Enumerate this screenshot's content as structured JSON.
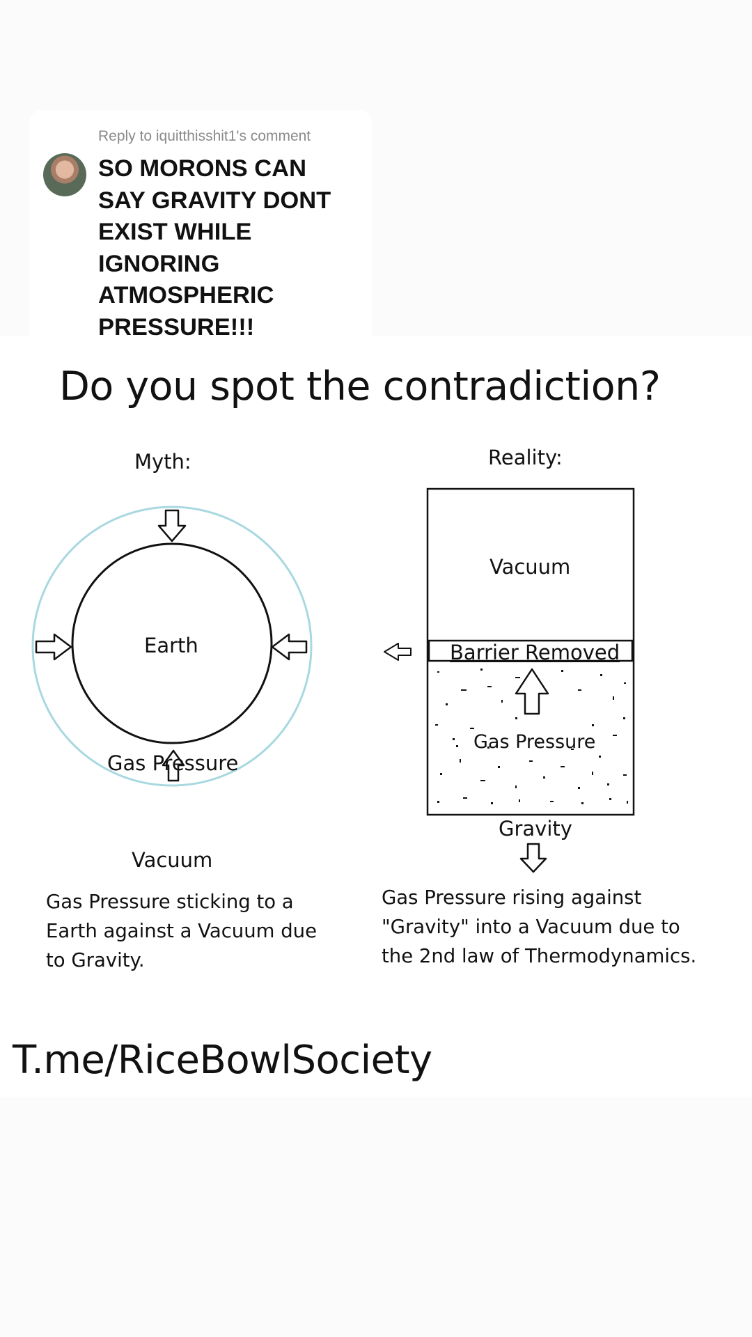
{
  "comment": {
    "reply_to": "Reply to iquitthisshit1's comment",
    "lines": [
      "SO MORONS CAN",
      "SAY GRAVITY DONT",
      "EXIST WHILE",
      "IGNORING",
      "ATMOSPHERIC",
      "PRESSURE!!!"
    ]
  },
  "meme": {
    "headline": "Do you spot the contradiction?",
    "myth": {
      "heading": "Myth:",
      "earth_label": "Earth",
      "gas_label": "Gas Pressure",
      "vacuum_label": "Vacuum",
      "caption_lines": [
        "Gas Pressure sticking to a",
        "Earth against a Vacuum due",
        "to Gravity."
      ]
    },
    "reality": {
      "heading": "Reality:",
      "vacuum_label": "Vacuum",
      "barrier_label": "Barrier Removed",
      "gas_label": "Gas Pressure",
      "gravity_label": "Gravity",
      "caption_lines": [
        "Gas Pressure rising against",
        "\"Gravity\" into a Vacuum due to",
        "the 2nd law of Thermodynamics."
      ]
    },
    "colors": {
      "atmosphere_ring": "#a8d8e0",
      "ink": "#111111"
    }
  },
  "footer": {
    "telegram_link": "T.me/RiceBowlSociety"
  }
}
